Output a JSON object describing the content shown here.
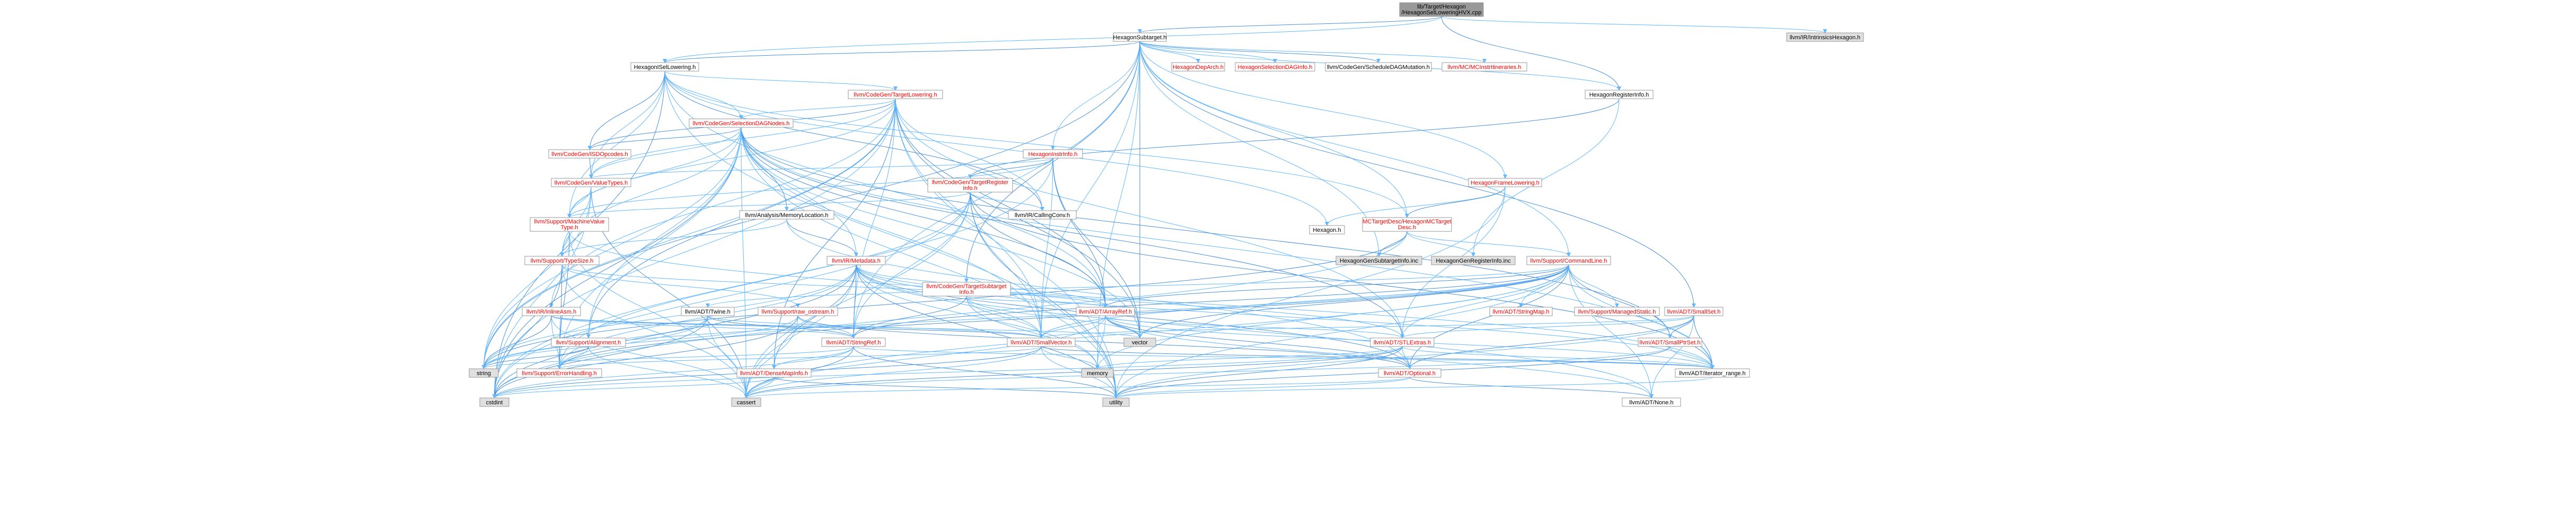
{
  "colors": {
    "root_fill": "#999999",
    "normal_fill": "#ffffff",
    "gray_fill": "#e0e0e0",
    "red_text": "#ff0000",
    "black_text": "#000000",
    "edge": "#63b8ff",
    "edge_alt": "#4a90d9"
  },
  "nodes": [
    {
      "id": "root",
      "lines": [
        "lib/Target/Hexagon",
        "/HexagonSelLoweringHVX.cpp"
      ],
      "style": "root"
    },
    {
      "id": "hexsubtarget",
      "lines": [
        "HexagonSubtarget.h"
      ],
      "style": "normal"
    },
    {
      "id": "intrinsicshexagon",
      "lines": [
        "llvm/IR/IntrinsicsHexagon.h"
      ],
      "style": "gray"
    },
    {
      "id": "hexisellowering",
      "lines": [
        "HexagonISelLowering.h"
      ],
      "style": "normal"
    },
    {
      "id": "hexdepharch",
      "lines": [
        "HexagonDepArch.h"
      ],
      "style": "red"
    },
    {
      "id": "hexseldaginfo",
      "lines": [
        "HexagonSelectionDAGInfo.h"
      ],
      "style": "red"
    },
    {
      "id": "schedmutation",
      "lines": [
        "llvm/CodeGen/ScheduleDAGMutation.h"
      ],
      "style": "normal"
    },
    {
      "id": "mcinstritin",
      "lines": [
        "llvm/MC/MCInstrItineraries.h"
      ],
      "style": "red"
    },
    {
      "id": "hexreginfo",
      "lines": [
        "HexagonRegisterInfo.h"
      ],
      "style": "normal"
    },
    {
      "id": "targetlowering",
      "lines": [
        "llvm/CodeGen/TargetLowering.h"
      ],
      "style": "red"
    },
    {
      "id": "seldagnodes",
      "lines": [
        "llvm/CodeGen/SelectionDAGNodes.h"
      ],
      "style": "red"
    },
    {
      "id": "isdopcodes",
      "lines": [
        "llvm/CodeGen/ISDOpcodes.h"
      ],
      "style": "red"
    },
    {
      "id": "valuetypes",
      "lines": [
        "llvm/CodeGen/ValueTypes.h"
      ],
      "style": "red"
    },
    {
      "id": "hexinstrinfo",
      "lines": [
        "HexagonInstrInfo.h"
      ],
      "style": "red"
    },
    {
      "id": "targetreginfo",
      "lines": [
        "llvm/CodeGen/TargetRegister",
        "Info.h"
      ],
      "style": "red"
    },
    {
      "id": "hexframelowering",
      "lines": [
        "HexagonFrameLowering.h"
      ],
      "style": "red"
    },
    {
      "id": "memlocation",
      "lines": [
        "llvm/Analysis/MemoryLocation.h"
      ],
      "style": "normal"
    },
    {
      "id": "callingconv",
      "lines": [
        "llvm/IR/CallingConv.h"
      ],
      "style": "normal"
    },
    {
      "id": "hexagon",
      "lines": [
        "Hexagon.h"
      ],
      "style": "normal"
    },
    {
      "id": "mctargetdesc",
      "lines": [
        "MCTargetDesc/HexagonMCTarget",
        "Desc.h"
      ],
      "style": "red"
    },
    {
      "id": "machinevaluetype",
      "lines": [
        "llvm/Support/MachineValue",
        "Type.h"
      ],
      "style": "red"
    },
    {
      "id": "typesize",
      "lines": [
        "llvm/Support/TypeSize.h"
      ],
      "style": "red"
    },
    {
      "id": "irmetadata",
      "lines": [
        "llvm/IR/Metadata.h"
      ],
      "style": "red"
    },
    {
      "id": "targetsubtargetinfo",
      "lines": [
        "llvm/CodeGen/TargetSubtarget",
        "Info.h"
      ],
      "style": "red"
    },
    {
      "id": "hexgensubtarget",
      "lines": [
        "HexagonGenSubtargetInfo.inc"
      ],
      "style": "gray"
    },
    {
      "id": "hexgenreginfo",
      "lines": [
        "HexagonGenRegisterInfo.inc"
      ],
      "style": "gray"
    },
    {
      "id": "commandline",
      "lines": [
        "llvm/Support/CommandLine.h"
      ],
      "style": "red"
    },
    {
      "id": "inlineasm",
      "lines": [
        "llvm/IR/InlineAsm.h"
      ],
      "style": "red"
    },
    {
      "id": "adttwine",
      "lines": [
        "llvm/ADT/Twine.h"
      ],
      "style": "normal"
    },
    {
      "id": "rawostream",
      "lines": [
        "llvm/Support/raw_ostream.h"
      ],
      "style": "red"
    },
    {
      "id": "arrayref",
      "lines": [
        "llvm/ADT/ArrayRef.h"
      ],
      "style": "red"
    },
    {
      "id": "stringmap",
      "lines": [
        "llvm/ADT/StringMap.h"
      ],
      "style": "red"
    },
    {
      "id": "managedstatic",
      "lines": [
        "llvm/Support/ManagedStatic.h"
      ],
      "style": "red"
    },
    {
      "id": "smallset",
      "lines": [
        "llvm/ADT/SmallSet.h"
      ],
      "style": "red"
    },
    {
      "id": "alignment",
      "lines": [
        "llvm/Support/Alignment.h"
      ],
      "style": "red"
    },
    {
      "id": "stringref",
      "lines": [
        "llvm/ADT/StringRef.h"
      ],
      "style": "red"
    },
    {
      "id": "smallvector",
      "lines": [
        "llvm/ADT/SmallVector.h"
      ],
      "style": "red"
    },
    {
      "id": "vector",
      "lines": [
        "vector"
      ],
      "style": "gray"
    },
    {
      "id": "stlextras",
      "lines": [
        "llvm/ADT/STLExtras.h"
      ],
      "style": "red"
    },
    {
      "id": "smallptrset",
      "lines": [
        "llvm/ADT/SmallPtrSet.h"
      ],
      "style": "red"
    },
    {
      "id": "errorhandling",
      "lines": [
        "llvm/Support/ErrorHandling.h"
      ],
      "style": "red"
    },
    {
      "id": "string",
      "lines": [
        "string"
      ],
      "style": "gray"
    },
    {
      "id": "densemapinfo",
      "lines": [
        "llvm/ADT/DenseMapInfo.h"
      ],
      "style": "red"
    },
    {
      "id": "memory",
      "lines": [
        "memory"
      ],
      "style": "gray"
    },
    {
      "id": "optional",
      "lines": [
        "llvm/ADT/Optional.h"
      ],
      "style": "red"
    },
    {
      "id": "iteratorrange",
      "lines": [
        "llvm/ADT/iterator_range.h"
      ],
      "style": "normal"
    },
    {
      "id": "cstdint",
      "lines": [
        "cstdint"
      ],
      "style": "gray"
    },
    {
      "id": "cassert",
      "lines": [
        "cassert"
      ],
      "style": "gray"
    },
    {
      "id": "utility",
      "lines": [
        "utility"
      ],
      "style": "gray"
    },
    {
      "id": "adtnone",
      "lines": [
        "llvm/ADT/None.h"
      ],
      "style": "normal"
    }
  ],
  "edges": [
    [
      "root",
      "hexsubtarget"
    ],
    [
      "root",
      "intrinsicshexagon"
    ],
    [
      "root",
      "hexisellowering"
    ],
    [
      "root",
      "hexreginfo"
    ],
    [
      "hexsubtarget",
      "hexdepharch"
    ],
    [
      "hexsubtarget",
      "hexseldaginfo"
    ],
    [
      "hexsubtarget",
      "schedmutation"
    ],
    [
      "hexsubtarget",
      "mcinstritin"
    ],
    [
      "hexsubtarget",
      "hexreginfo"
    ],
    [
      "hexsubtarget",
      "hexisellowering"
    ],
    [
      "hexsubtarget",
      "hexinstrinfo"
    ],
    [
      "hexsubtarget",
      "hexframelowering"
    ],
    [
      "hexsubtarget",
      "targetsubtargetinfo"
    ],
    [
      "hexsubtarget",
      "hexgensubtarget"
    ],
    [
      "hexsubtarget",
      "mctargetdesc"
    ],
    [
      "hexsubtarget",
      "smallset"
    ],
    [
      "hexsubtarget",
      "stringref"
    ],
    [
      "hexsubtarget",
      "smallvector"
    ],
    [
      "hexsubtarget",
      "vector"
    ],
    [
      "hexsubtarget",
      "commandline"
    ],
    [
      "hexsubtarget",
      "memory"
    ],
    [
      "hexsubtarget",
      "string"
    ],
    [
      "hexisellowering",
      "targetlowering"
    ],
    [
      "hexisellowering",
      "seldagnodes"
    ],
    [
      "hexisellowering",
      "isdopcodes"
    ],
    [
      "hexisellowering",
      "valuetypes"
    ],
    [
      "hexisellowering",
      "machinevaluetype"
    ],
    [
      "hexisellowering",
      "callingconv"
    ],
    [
      "hexisellowering",
      "hexagon"
    ],
    [
      "hexisellowering",
      "mctargetdesc"
    ],
    [
      "hexisellowering",
      "cstdint"
    ],
    [
      "hexisellowering",
      "utility"
    ],
    [
      "hexisellowering",
      "arrayref"
    ],
    [
      "hexreginfo",
      "targetreginfo"
    ],
    [
      "hexreginfo",
      "hexgenreginfo"
    ],
    [
      "targetlowering",
      "seldagnodes"
    ],
    [
      "targetlowering",
      "isdopcodes"
    ],
    [
      "targetlowering",
      "valuetypes"
    ],
    [
      "targetlowering",
      "inlineasm"
    ],
    [
      "targetlowering",
      "alignment"
    ],
    [
      "targetlowering",
      "machinevaluetype"
    ],
    [
      "targetlowering",
      "callingconv"
    ],
    [
      "targetlowering",
      "arrayref"
    ],
    [
      "targetlowering",
      "stringref"
    ],
    [
      "targetlowering",
      "smallvector"
    ],
    [
      "targetlowering",
      "densemapinfo"
    ],
    [
      "targetlowering",
      "cstdint"
    ],
    [
      "targetlowering",
      "string"
    ],
    [
      "targetlowering",
      "vector"
    ],
    [
      "targetlowering",
      "utility"
    ],
    [
      "targetlowering",
      "stlextras"
    ],
    [
      "seldagnodes",
      "isdopcodes"
    ],
    [
      "seldagnodes",
      "valuetypes"
    ],
    [
      "seldagnodes",
      "irmetadata"
    ],
    [
      "seldagnodes",
      "memlocation"
    ],
    [
      "seldagnodes",
      "machinevaluetype"
    ],
    [
      "seldagnodes",
      "typesize"
    ],
    [
      "seldagnodes",
      "smallptrset"
    ],
    [
      "seldagnodes",
      "iteratorrange"
    ],
    [
      "seldagnodes",
      "cassert"
    ],
    [
      "seldagnodes",
      "cstdint"
    ],
    [
      "seldagnodes",
      "string"
    ],
    [
      "seldagnodes",
      "vector"
    ],
    [
      "seldagnodes",
      "arrayref"
    ],
    [
      "seldagnodes",
      "errorhandling"
    ],
    [
      "seldagnodes",
      "smallvector"
    ],
    [
      "seldagnodes",
      "stlextras"
    ],
    [
      "seldagnodes",
      "alignment"
    ],
    [
      "seldagnodes",
      "utility"
    ],
    [
      "isdopcodes",
      "valuetypes"
    ],
    [
      "valuetypes",
      "machinevaluetype"
    ],
    [
      "valuetypes",
      "typesize"
    ],
    [
      "valuetypes",
      "cassert"
    ],
    [
      "valuetypes",
      "cstdint"
    ],
    [
      "valuetypes",
      "string"
    ],
    [
      "hexinstrinfo",
      "targetreginfo"
    ],
    [
      "hexinstrinfo",
      "valuetypes"
    ],
    [
      "hexinstrinfo",
      "machinevaluetype"
    ],
    [
      "hexinstrinfo",
      "arrayref"
    ],
    [
      "hexinstrinfo",
      "smallvector"
    ],
    [
      "hexinstrinfo",
      "cstdint"
    ],
    [
      "hexinstrinfo",
      "vector"
    ],
    [
      "targetreginfo",
      "machinevaluetype"
    ],
    [
      "targetreginfo",
      "callingconv"
    ],
    [
      "targetreginfo",
      "arrayref"
    ],
    [
      "targetreginfo",
      "smallvector"
    ],
    [
      "targetreginfo",
      "stringref"
    ],
    [
      "targetreginfo",
      "iteratorrange"
    ],
    [
      "targetreginfo",
      "cassert"
    ],
    [
      "targetreginfo",
      "cstdint"
    ],
    [
      "targetreginfo",
      "utility"
    ],
    [
      "targetreginfo",
      "errorhandling"
    ],
    [
      "hexframelowering",
      "hexagon"
    ],
    [
      "hexframelowering",
      "mctargetdesc"
    ],
    [
      "hexframelowering",
      "stlextras"
    ],
    [
      "hexframelowering",
      "utility"
    ],
    [
      "memlocation",
      "irmetadata"
    ],
    [
      "memlocation",
      "optional"
    ],
    [
      "memlocation",
      "typesize"
    ],
    [
      "mctargetdesc",
      "hexgensubtarget"
    ],
    [
      "mctargetdesc",
      "commandline"
    ],
    [
      "mctargetdesc",
      "cstdint"
    ],
    [
      "mctargetdesc",
      "string"
    ],
    [
      "mctargetdesc",
      "hexgenreginfo"
    ],
    [
      "machinevaluetype",
      "typesize"
    ],
    [
      "machinevaluetype",
      "errorhandling"
    ],
    [
      "machinevaluetype",
      "cassert"
    ],
    [
      "machinevaluetype",
      "iteratorrange"
    ],
    [
      "typesize",
      "errorhandling"
    ],
    [
      "typesize",
      "rawostream"
    ],
    [
      "typesize",
      "cassert"
    ],
    [
      "typesize",
      "cstdint"
    ],
    [
      "typesize",
      "arrayref"
    ],
    [
      "irmetadata",
      "arrayref"
    ],
    [
      "irmetadata",
      "densemapinfo"
    ],
    [
      "irmetadata",
      "stlextras"
    ],
    [
      "irmetadata",
      "smallvector"
    ],
    [
      "irmetadata",
      "stringref"
    ],
    [
      "irmetadata",
      "errorhandling"
    ],
    [
      "irmetadata",
      "cassert"
    ],
    [
      "irmetadata",
      "cstdint"
    ],
    [
      "irmetadata",
      "memory"
    ],
    [
      "irmetadata",
      "string"
    ],
    [
      "irmetadata",
      "utility"
    ],
    [
      "irmetadata",
      "iteratorrange"
    ],
    [
      "irmetadata",
      "adtnone"
    ],
    [
      "irmetadata",
      "optional"
    ],
    [
      "targetsubtargetinfo",
      "arrayref"
    ],
    [
      "targetsubtargetinfo",
      "smallvector"
    ],
    [
      "targetsubtargetinfo",
      "stringref"
    ],
    [
      "targetsubtargetinfo",
      "memory"
    ],
    [
      "targetsubtargetinfo",
      "vector"
    ],
    [
      "commandline",
      "arrayref"
    ],
    [
      "commandline",
      "stringmap"
    ],
    [
      "commandline",
      "managedstatic"
    ],
    [
      "commandline",
      "smallptrset"
    ],
    [
      "commandline",
      "smallvector"
    ],
    [
      "commandline",
      "stlextras"
    ],
    [
      "commandline",
      "stringref"
    ],
    [
      "commandline",
      "adttwine"
    ],
    [
      "commandline",
      "iteratorrange"
    ],
    [
      "commandline",
      "errorhandling"
    ],
    [
      "commandline",
      "cassert"
    ],
    [
      "commandline",
      "string"
    ],
    [
      "commandline",
      "vector"
    ],
    [
      "commandline",
      "memory"
    ],
    [
      "commandline",
      "utility"
    ],
    [
      "commandline",
      "optional"
    ],
    [
      "commandline",
      "adtnone"
    ],
    [
      "inlineasm",
      "stringref"
    ],
    [
      "inlineasm",
      "smallvector"
    ],
    [
      "inlineasm",
      "errorhandling"
    ],
    [
      "inlineasm",
      "cassert"
    ],
    [
      "inlineasm",
      "string"
    ],
    [
      "inlineasm",
      "vector"
    ],
    [
      "adttwine",
      "smallvector"
    ],
    [
      "adttwine",
      "stringref"
    ],
    [
      "adttwine",
      "errorhandling"
    ],
    [
      "adttwine",
      "cassert"
    ],
    [
      "adttwine",
      "cstdint"
    ],
    [
      "adttwine",
      "string"
    ],
    [
      "rawostream",
      "stringref"
    ],
    [
      "rawostream",
      "optional"
    ],
    [
      "rawostream",
      "cassert"
    ],
    [
      "rawostream",
      "string"
    ],
    [
      "rawostream",
      "cstdint"
    ],
    [
      "arrayref",
      "smallvector"
    ],
    [
      "arrayref",
      "stlextras"
    ],
    [
      "arrayref",
      "optional"
    ],
    [
      "arrayref",
      "cassert"
    ],
    [
      "arrayref",
      "memory"
    ],
    [
      "arrayref",
      "vector"
    ],
    [
      "arrayref",
      "adtnone"
    ],
    [
      "arrayref",
      "iteratorrange"
    ],
    [
      "smallset",
      "smallptrset"
    ],
    [
      "smallset",
      "smallvector"
    ],
    [
      "smallset",
      "stlextras"
    ],
    [
      "smallset",
      "iteratorrange"
    ],
    [
      "smallset",
      "adtnone"
    ],
    [
      "smallset",
      "utility"
    ],
    [
      "smallset",
      "optional"
    ],
    [
      "alignment",
      "errorhandling"
    ],
    [
      "alignment",
      "cassert"
    ],
    [
      "alignment",
      "string"
    ],
    [
      "stringref",
      "densemapinfo"
    ],
    [
      "stringref",
      "iteratorrange"
    ],
    [
      "stringref",
      "cassert"
    ],
    [
      "stringref",
      "cstdint"
    ],
    [
      "stringref",
      "string"
    ],
    [
      "stringref",
      "utility"
    ],
    [
      "smallvector",
      "errorhandling"
    ],
    [
      "smallvector",
      "cassert"
    ],
    [
      "smallvector",
      "cstdint"
    ],
    [
      "smallvector",
      "memory"
    ],
    [
      "smallvector",
      "utility"
    ],
    [
      "smallvector",
      "iteratorrange"
    ],
    [
      "stlextras",
      "optional"
    ],
    [
      "stlextras",
      "iteratorrange"
    ],
    [
      "stlextras",
      "cassert"
    ],
    [
      "stlextras",
      "cstdint"
    ],
    [
      "stlextras",
      "memory"
    ],
    [
      "stlextras",
      "utility"
    ],
    [
      "smallptrset",
      "iteratorrange"
    ],
    [
      "smallptrset",
      "cassert"
    ],
    [
      "smallptrset",
      "utility"
    ],
    [
      "densemapinfo",
      "cassert"
    ],
    [
      "densemapinfo",
      "cstdint"
    ],
    [
      "densemapinfo",
      "utility"
    ],
    [
      "optional",
      "cassert"
    ],
    [
      "optional",
      "utility"
    ],
    [
      "optional",
      "adtnone"
    ],
    [
      "iteratorrange",
      "utility"
    ]
  ]
}
